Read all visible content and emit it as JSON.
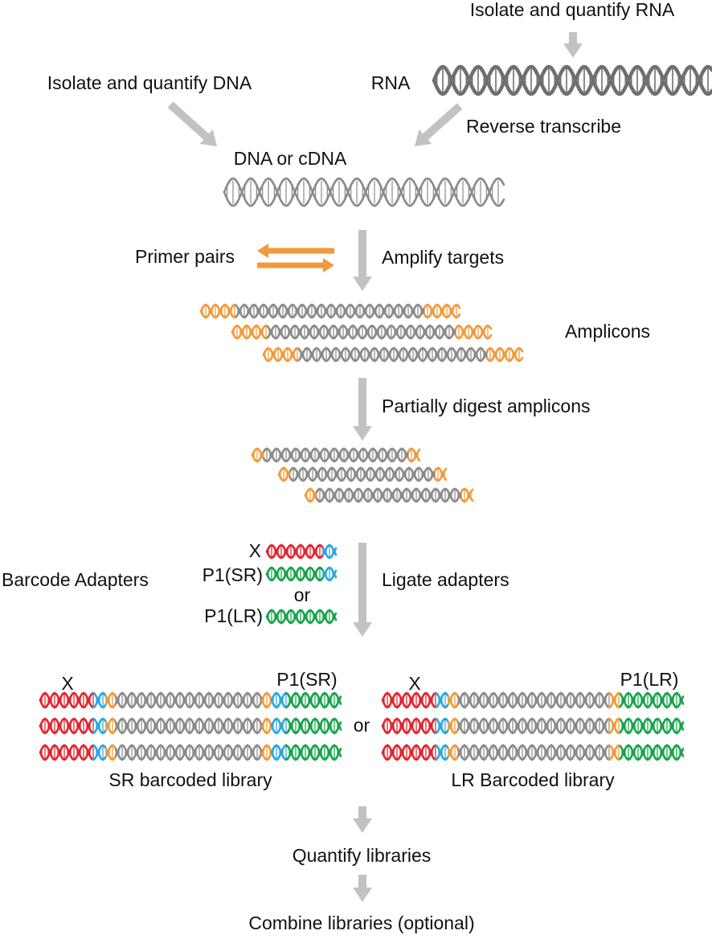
{
  "labels": {
    "isolate_rna": "Isolate and quantify RNA",
    "isolate_dna": "Isolate and quantify DNA",
    "rna": "RNA",
    "reverse_transcribe": "Reverse transcribe",
    "dna_or_cdna": "DNA or cDNA",
    "primer_pairs": "Primer pairs",
    "amplify_targets": "Amplify targets",
    "amplicons": "Amplicons",
    "partially_digest": "Partially digest amplicons",
    "barcode_adapters": "Barcode Adapters",
    "ligate_adapters": "Ligate adapters",
    "adapter_x": "X",
    "adapter_p1_sr": "P1(SR)",
    "adapter_or": "or",
    "adapter_p1_lr": "P1(LR)",
    "lib_x_sr": "X",
    "lib_p1_sr": "P1(SR)",
    "lib_or": "or",
    "lib_x_lr": "X",
    "lib_p1_lr": "P1(LR)",
    "sr_library": "SR barcoded library",
    "lr_library": "LR Barcoded library",
    "quantify_libraries": "Quantify libraries",
    "combine_libraries": "Combine libraries (optional)"
  },
  "colors": {
    "dna_gray": "#8a8a8a",
    "rna_gray": "#6f6f6f",
    "primer_orange": "#f09a3a",
    "barcode_red": "#e0252e",
    "adapter_blue": "#2aa6e0",
    "p1_green": "#16a34a",
    "arrow_gray": "#c2c2c2"
  }
}
